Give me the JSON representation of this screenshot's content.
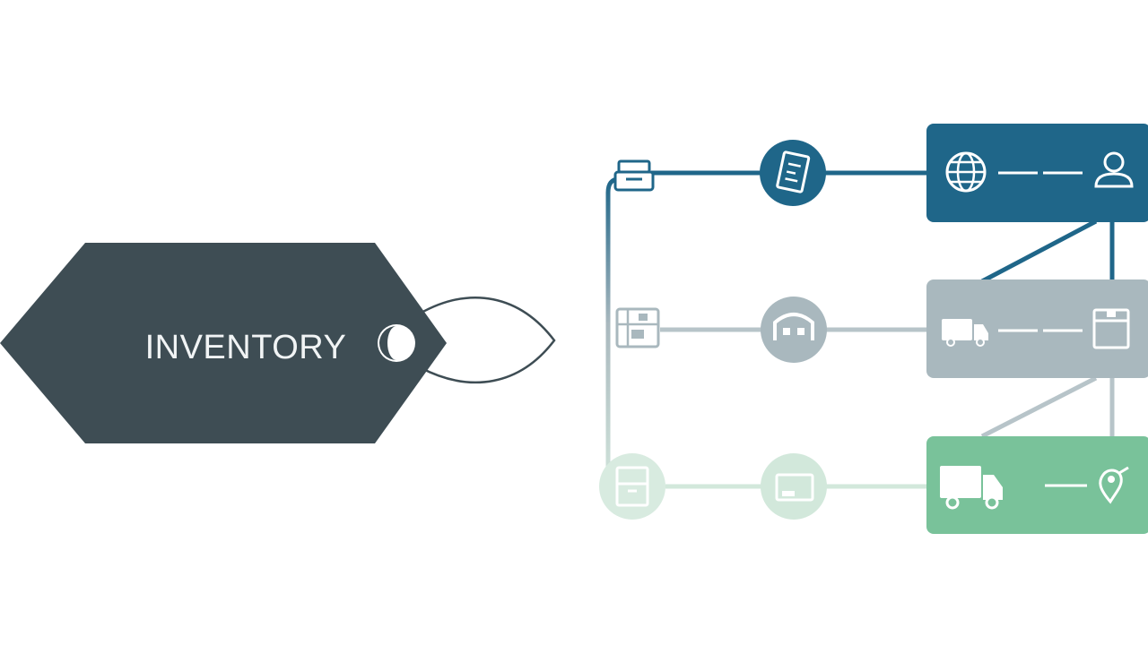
{
  "tag": {
    "label": "INVENTORY",
    "fill": "#3e4d54",
    "string_color": "#3e4d54"
  },
  "rows": [
    {
      "name": "top",
      "color": "#1f6689",
      "start_icon": "cash-register-icon",
      "mid_icon": "receipt-icon",
      "box_icons": [
        "globe-icon",
        "user-icon"
      ]
    },
    {
      "name": "middle",
      "color": "#a9b8be",
      "start_icon": "circuit-board-icon",
      "mid_icon": "warehouse-icon",
      "box_icons": [
        "delivery-truck-icon",
        "package-box-icon"
      ]
    },
    {
      "name": "bottom",
      "color": "#79c29a",
      "start_icon": "storage-cabinet-icon",
      "mid_icon": "shipping-crate-icon",
      "box_icons": [
        "delivery-truck-icon",
        "location-pin-icon"
      ]
    }
  ],
  "connector_colors": {
    "top": "#1f6689",
    "middle": "#a9b8be",
    "bottom": "#cfe5d9"
  }
}
